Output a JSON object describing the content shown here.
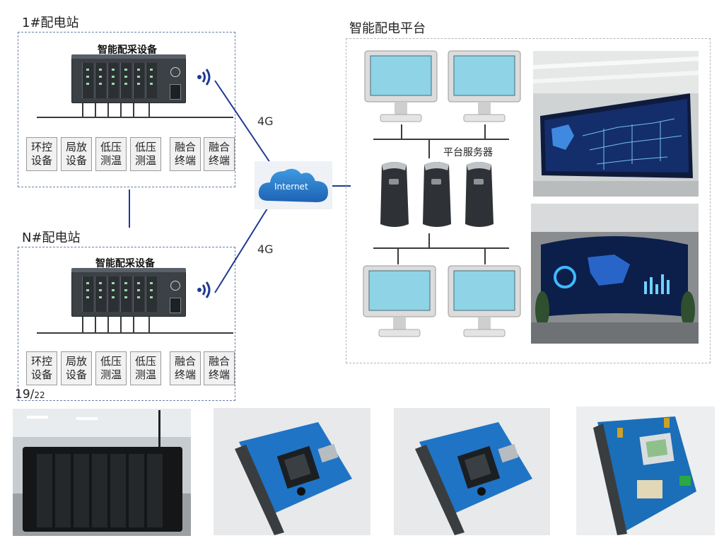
{
  "stations": [
    {
      "title": "1#配电站",
      "device_label": "智能配采设备",
      "modules": [
        "环控\n设备",
        "局放\n设备",
        "低压\n测温",
        "低压\n测温",
        "融合\n终端",
        "融合\n终端"
      ]
    },
    {
      "title": "N#配电站",
      "device_label": "智能配采设备",
      "modules": [
        "环控\n设备",
        "局放\n设备",
        "低压\n测温",
        "低压\n测温",
        "融合\n终端",
        "融合\n终端"
      ]
    }
  ],
  "links": {
    "top": "4G",
    "bottom": "4G"
  },
  "internet": {
    "label": "Internet"
  },
  "platform": {
    "title": "智能配电平台",
    "server_label": "平台服务器"
  },
  "page_number": {
    "current": "19",
    "total": "22"
  },
  "colors": {
    "link_line": "#1f3a93",
    "dash_border": "#6a7fa6",
    "cloud": "#2f7dc6"
  }
}
